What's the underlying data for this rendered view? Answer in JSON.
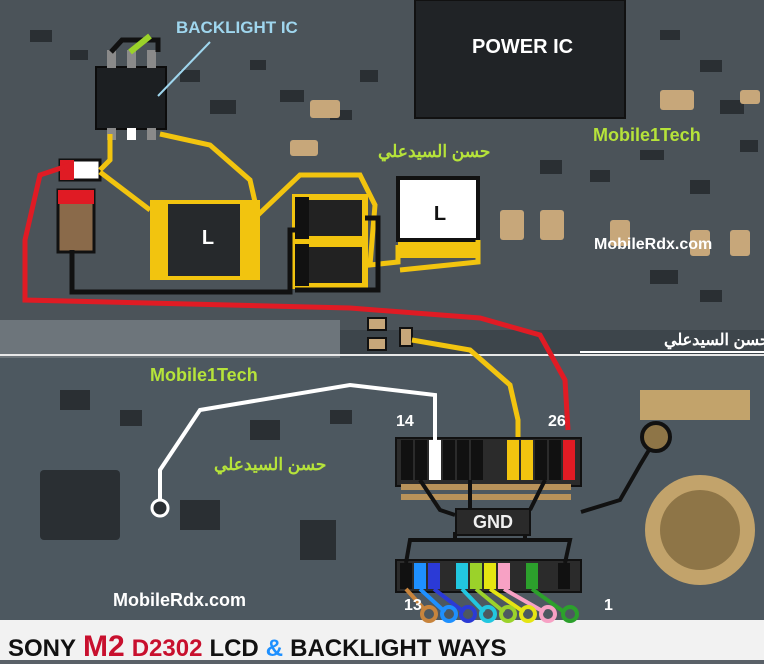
{
  "labels": {
    "backlight_ic": "BACKLIGHT IC",
    "power_ic": "POWER IC",
    "watermark_top": "Mobile1Tech",
    "watermark_mid": "Mobile1Tech",
    "arabic_top": "حسن السيدعلي",
    "arabic_right": "حسن السيدعلي",
    "arabic_mid": "حسن السيدعلي",
    "site_top": "MobileRdx.com",
    "site_bottom": "MobileRdx.com",
    "inductor_left": "L",
    "inductor_right": "L",
    "gnd": "GND"
  },
  "connector": {
    "pin_top_left": "14",
    "pin_top_right": "26",
    "pin_bottom_left": "13",
    "pin_bottom_right": "1"
  },
  "footer": {
    "brand": "SONY",
    "model_short": "M2",
    "model_code": "D2302",
    "lcd": "LCD",
    "amp": "&",
    "backlight": "BACKLIGHT WAYS"
  },
  "colors": {
    "trace_red": "#e01b24",
    "trace_yellow": "#f2c40f",
    "trace_white": "#ffffff",
    "trace_black": "#111111",
    "watermark_green": "#b6e33a",
    "label_blue": "#9fd6ee"
  }
}
